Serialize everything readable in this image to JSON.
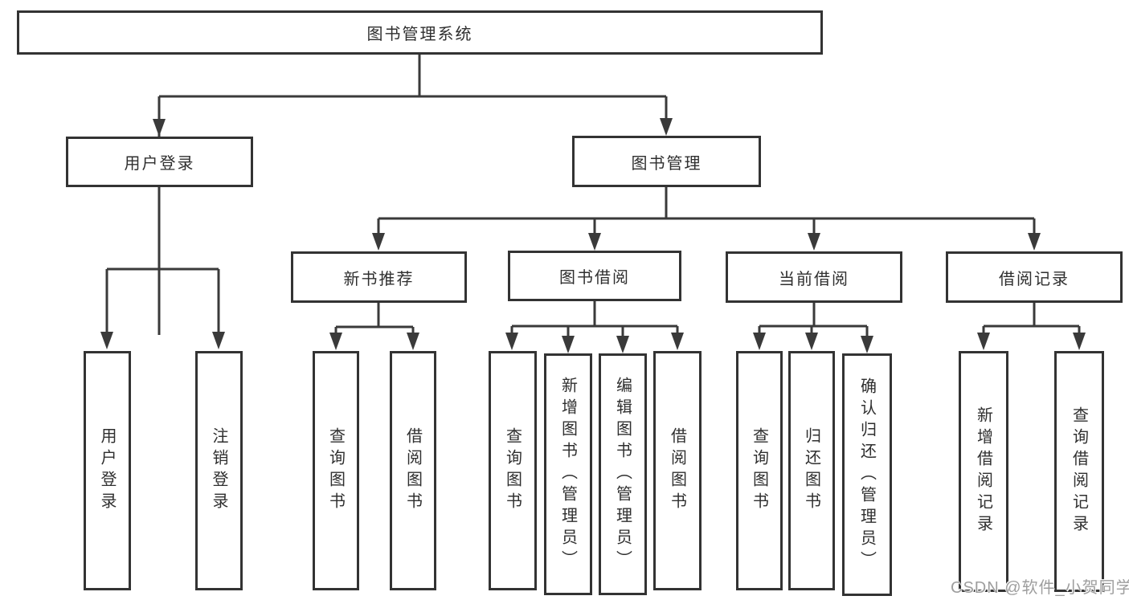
{
  "diagram": {
    "root": {
      "label": "图书管理系统"
    },
    "branches": [
      {
        "label": "用户登录",
        "children": [
          {
            "label": "用户登录"
          },
          {
            "label": "注销登录"
          }
        ]
      },
      {
        "label": "图书管理",
        "children": [
          {
            "label": "新书推荐",
            "children": [
              {
                "label": "查询图书"
              },
              {
                "label": "借阅图书"
              }
            ]
          },
          {
            "label": "图书借阅",
            "children": [
              {
                "label": "查询图书"
              },
              {
                "label": "新增图书（管理员）"
              },
              {
                "label": "编辑图书（管理员）"
              },
              {
                "label": "借阅图书"
              }
            ]
          },
          {
            "label": "当前借阅",
            "children": [
              {
                "label": "查询图书"
              },
              {
                "label": "归还图书"
              },
              {
                "label": "确认归还（管理员）"
              }
            ]
          },
          {
            "label": "借阅记录",
            "children": [
              {
                "label": "新增借阅记录"
              },
              {
                "label": "查询借阅记录"
              }
            ]
          }
        ]
      }
    ]
  },
  "watermark": {
    "text": "CSDN @软件_小贺同学"
  },
  "colors": {
    "line": "#3a3a3a",
    "box_border": "#333333",
    "text": "#2f2f2f",
    "watermark": "#9e9e9e",
    "background": "#ffffff"
  }
}
